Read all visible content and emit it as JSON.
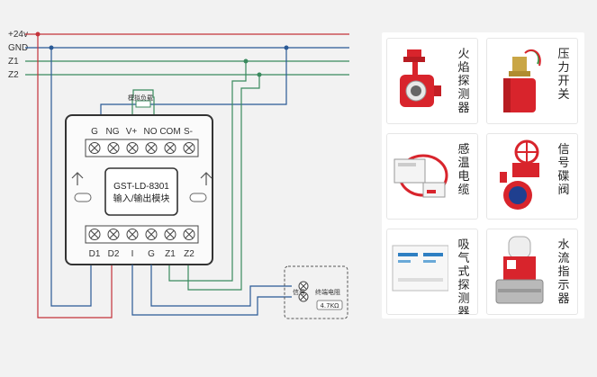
{
  "bus": {
    "lines": [
      {
        "label": "+24v",
        "color": "#c4323a"
      },
      {
        "label": "GND",
        "color": "#2a5a96"
      },
      {
        "label": "Z1",
        "color": "#3a8a5e"
      },
      {
        "label": "Z2",
        "color": "#3a8a5e"
      }
    ]
  },
  "module": {
    "load_label": "模拟负载",
    "top_terminals": [
      "G",
      "NG",
      "V+",
      "NO",
      "COM",
      "S-"
    ],
    "model": "GST-LD-8301",
    "description": "输入/输出模块",
    "bottom_terminals": [
      "D1",
      "D2",
      "I",
      "G",
      "Z1",
      "Z2"
    ]
  },
  "field_device": {
    "signal_label": "信号",
    "terminal_resistor_label": "终端电阻",
    "resistor_value": "4.7KΩ"
  },
  "products": [
    {
      "name": "火焰探测器",
      "icon": "flame-detector-icon"
    },
    {
      "name": "压力开关",
      "icon": "pressure-switch-icon"
    },
    {
      "name": "感温电缆",
      "icon": "heat-cable-icon"
    },
    {
      "name": "信号碟阀",
      "icon": "butterfly-valve-icon"
    },
    {
      "name": "吸气式探测器",
      "icon": "aspirating-detector-icon"
    },
    {
      "name": "水流指示器",
      "icon": "water-flow-indicator-icon"
    }
  ],
  "colors": {
    "power": "#c4323a",
    "ground": "#2a5a96",
    "zone": "#3a8a5e",
    "device_red": "#d8242c"
  }
}
